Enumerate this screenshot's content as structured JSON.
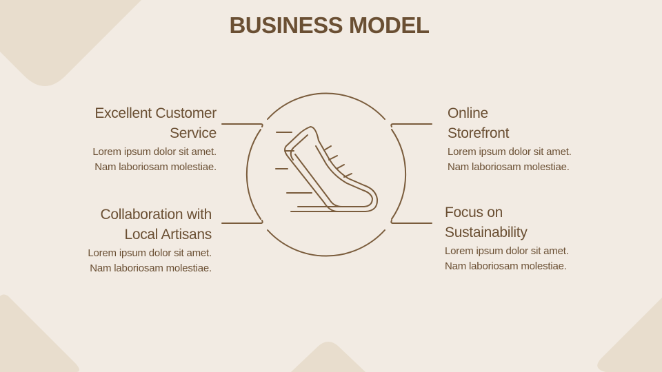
{
  "slide": {
    "title": "BUSINESS MODEL",
    "colors": {
      "background": "#f2ebe3",
      "shape": "#e8ddcd",
      "text": "#6a4f33",
      "stroke": "#7a5c3c"
    },
    "center_icon": "running-shoe-icon",
    "items": [
      {
        "title_lines": [
          "Excellent Customer",
          "Service"
        ],
        "desc_lines": [
          "Lorem ipsum dolor sit amet.",
          "Nam laboriosam molestiae."
        ]
      },
      {
        "title_lines": [
          "Collaboration with",
          "Local Artisans"
        ],
        "desc_lines": [
          "Lorem ipsum dolor sit amet.",
          "Nam laboriosam molestiae."
        ]
      },
      {
        "title_lines": [
          "Online",
          "Storefront"
        ],
        "desc_lines": [
          "Lorem ipsum dolor sit amet.",
          "Nam laboriosam molestiae."
        ]
      },
      {
        "title_lines": [
          "Focus on",
          "Sustainability"
        ],
        "desc_lines": [
          "Lorem ipsum dolor sit amet.",
          "Nam laboriosam molestiae."
        ]
      }
    ]
  }
}
